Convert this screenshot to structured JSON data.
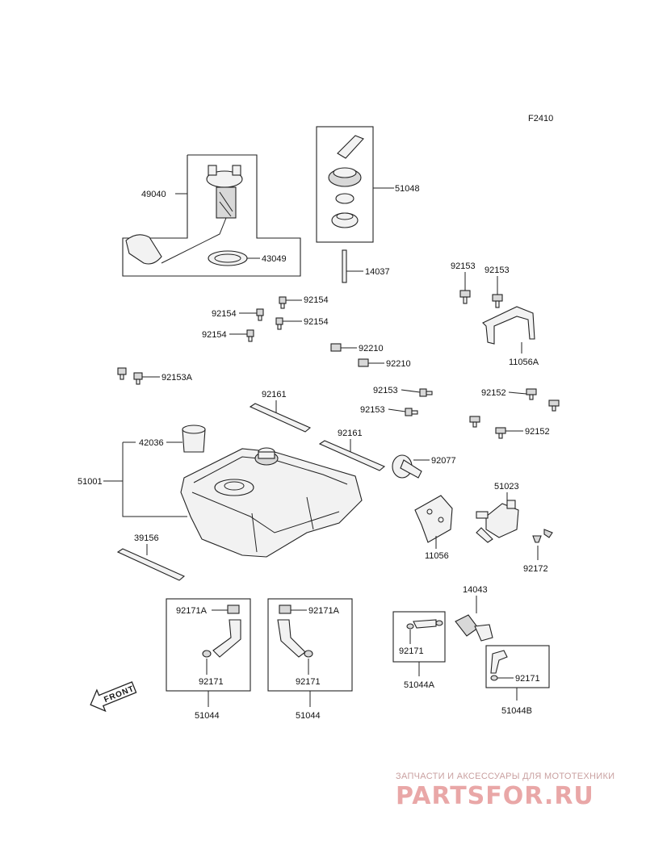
{
  "figure_code": "F2410",
  "front_label": "FRONT",
  "watermark": {
    "tagline": "ЗАПЧАСТИ И АКСЕССУАРЫ ДЛЯ МОТОТЕХНИКИ",
    "logo": "PARTSFOR.RU"
  },
  "labels": {
    "p49040": "49040",
    "p43049": "43049",
    "p51048": "51048",
    "p14037": "14037",
    "p92153_a": "92153",
    "p92153_b": "92153",
    "p92154_a": "92154",
    "p92154_b": "92154",
    "p92154_c": "92154",
    "p92154_d": "92154",
    "p11056A": "11056A",
    "p92210_a": "92210",
    "p92210_b": "92210",
    "p92153A": "92153A",
    "p92161_a": "92161",
    "p92161_b": "92161",
    "p92153_c": "92153",
    "p92153_d": "92153",
    "p92152_a": "92152",
    "p92152_b": "92152",
    "p42036": "42036",
    "p51001": "51001",
    "p92077": "92077",
    "p51023": "51023",
    "p11056": "11056",
    "p92172": "92172",
    "p39156": "39156",
    "p14043": "14043",
    "p92171A_a": "92171A",
    "p92171A_b": "92171A",
    "p92171_a": "92171",
    "p92171_b": "92171",
    "p92171_c": "92171",
    "p92171_d": "92171",
    "p51044_a": "51044",
    "p51044_b": "51044",
    "p51044A": "51044A",
    "p51044B": "51044B"
  }
}
